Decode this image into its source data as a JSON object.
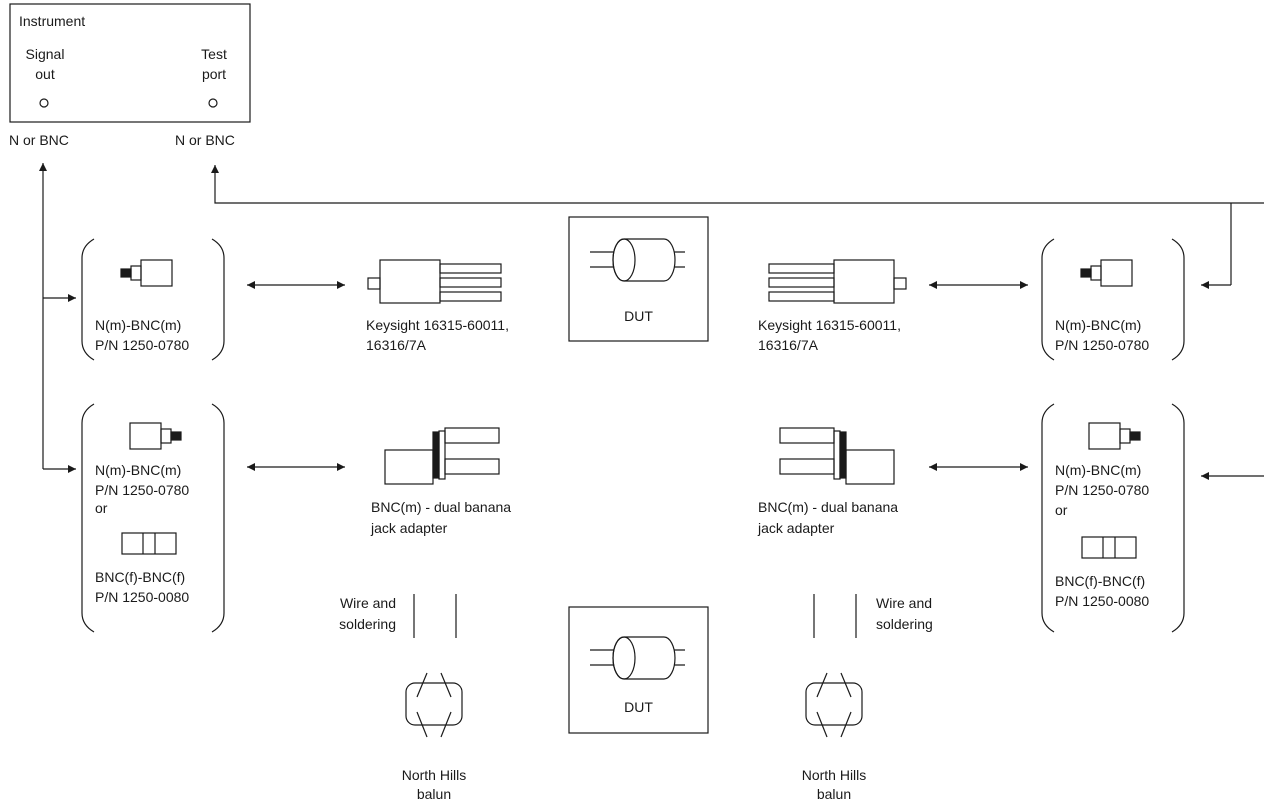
{
  "instrument": {
    "title": "Instrument",
    "signal_out": "Signal\nout",
    "test_port": "Test\nport",
    "connector_left": "N or BNC",
    "connector_right": "N or BNC"
  },
  "adapters": {
    "nbnc_name": "N(m)-BNC(m)",
    "nbnc_pn": "P/N 1250-0780",
    "or_text": "or",
    "bncbnc_name": "BNC(f)-BNC(f)",
    "bncbnc_pn": "P/N 1250-0080"
  },
  "fixture": {
    "line1": "Keysight 16315-60011,",
    "line2": "16316/7A"
  },
  "banana": {
    "line1": "BNC(m) - dual banana",
    "line2": "jack adapter"
  },
  "wire": {
    "line1": "Wire and",
    "line2": "soldering"
  },
  "balun": {
    "line1": "North Hills",
    "line2": "balun"
  },
  "dut": {
    "label": "DUT"
  },
  "colors": {
    "stroke": "#1a1a1a",
    "background": "#ffffff"
  }
}
